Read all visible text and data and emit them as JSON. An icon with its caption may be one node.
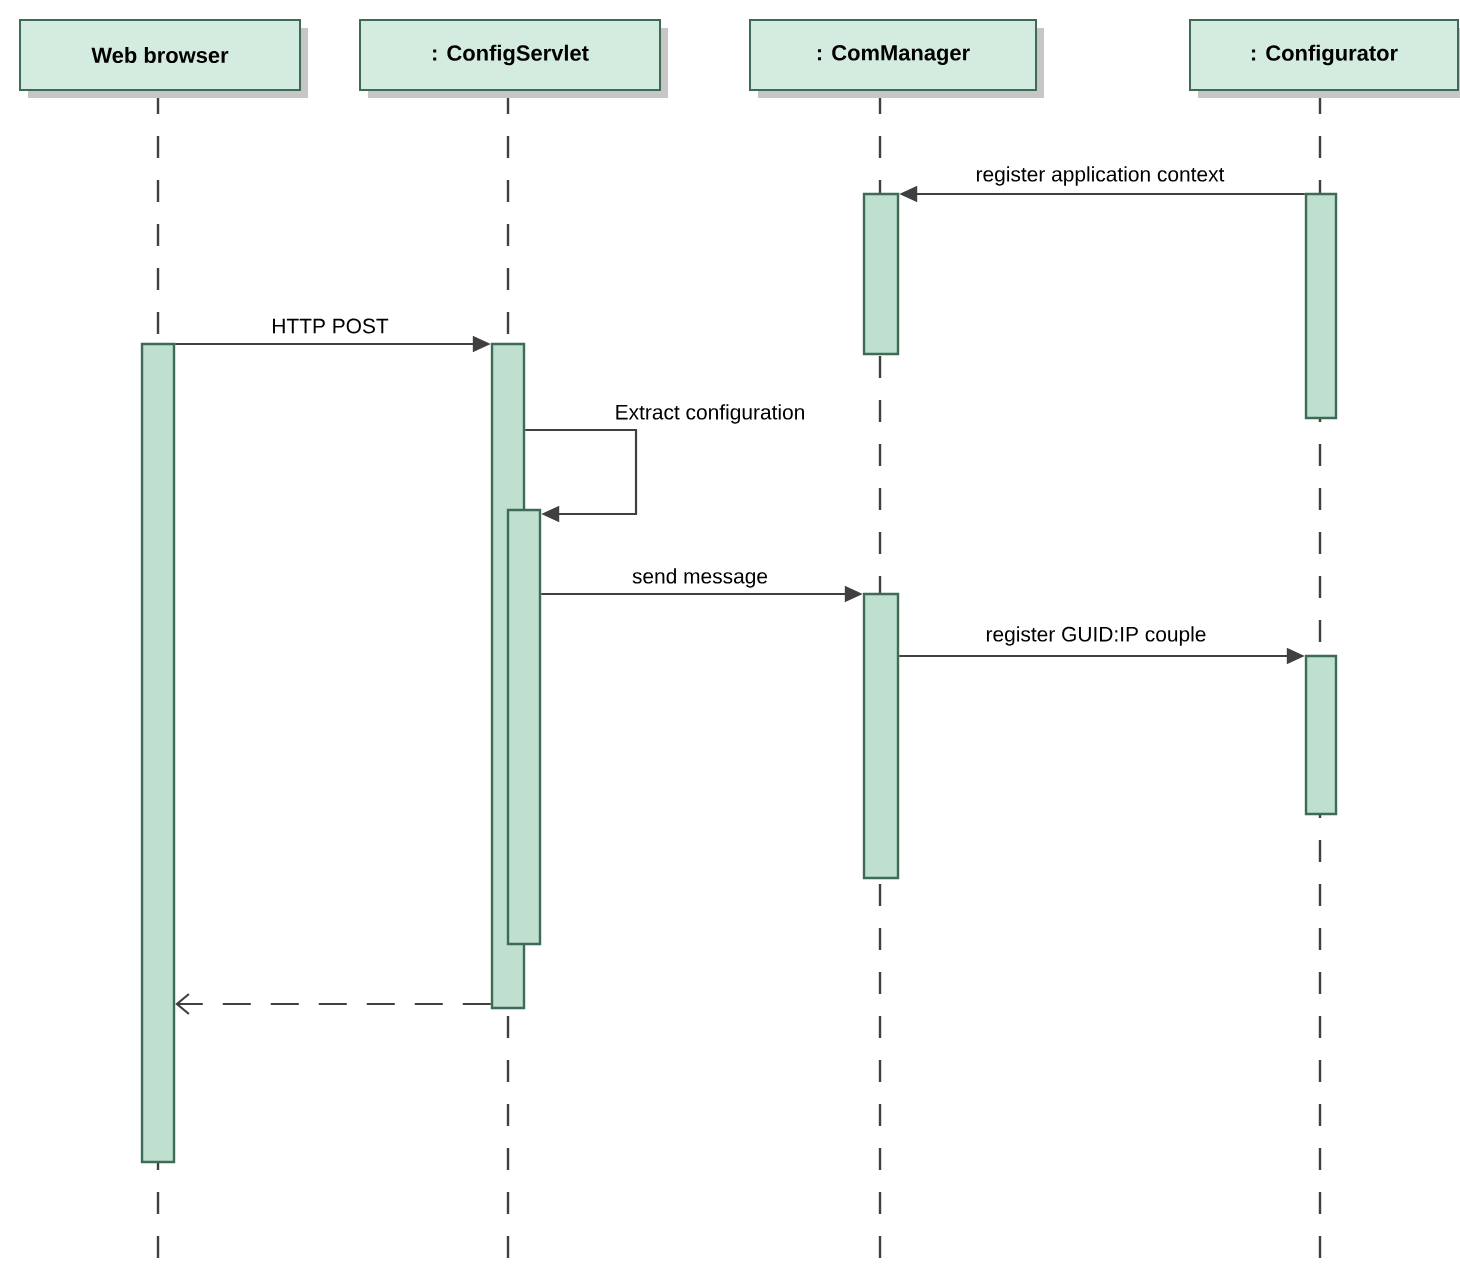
{
  "diagram": {
    "nodes": [
      {
        "text": [
          "Web browser"
        ]
      },
      {
        "text": [
          ": ConfigServlet"
        ]
      },
      {
        "text": [
          ": ComManager"
        ]
      },
      {
        "text": [
          ": Configurator"
        ]
      },
      {
        "text": [],
        "shape": "bar"
      },
      {
        "text": [],
        "shape": "bar"
      },
      {
        "text": [],
        "shape": "bar"
      },
      {
        "text": [],
        "shape": "bar"
      },
      {
        "text": [],
        "shape": "bar"
      },
      {
        "text": [],
        "shape": "bar"
      },
      {
        "text": [],
        "shape": "bar"
      }
    ],
    "edges": [
      {
        "from": 9,
        "to": 7,
        "arrow": "to",
        "label": "register application context"
      },
      {
        "from": 4,
        "to": 5,
        "arrow": "to",
        "label": "HTTP POST"
      },
      {
        "from": 5,
        "to": 6,
        "arrow": "to",
        "label": "Extract configuration"
      },
      {
        "from": 6,
        "to": 8,
        "arrow": "to",
        "label": "send message"
      },
      {
        "from": 8,
        "to": 10,
        "arrow": "to",
        "label": "register GUID:IP couple"
      },
      {
        "from": 5,
        "to": 4,
        "arrow": "to",
        "style": "dashed"
      }
    ]
  }
}
